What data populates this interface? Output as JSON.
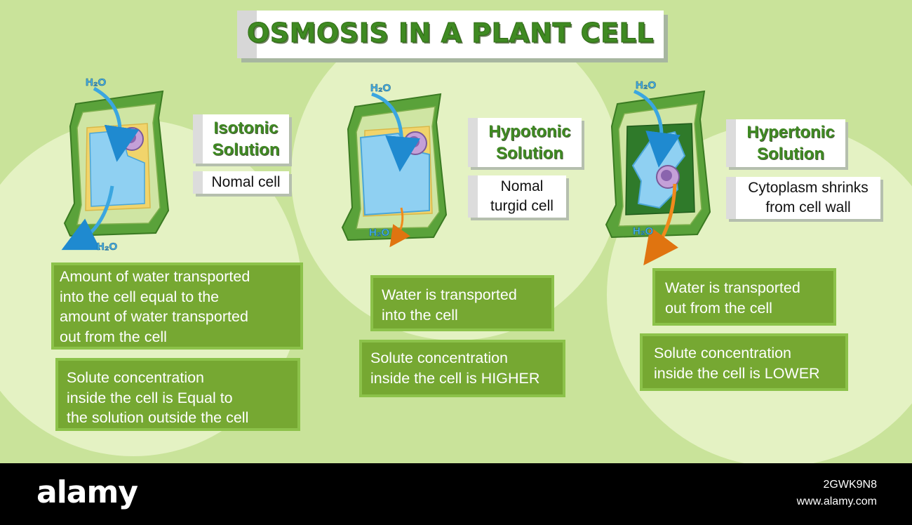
{
  "title": "OSMOSIS IN A PLANT CELL",
  "water_label": "H₂O",
  "panels": [
    {
      "solution_name": "Isotonic\nSolution",
      "cell_description": "Nomal cell",
      "info_box": "Amount of water transported\ninto the cell equal to the\namount of water transported\nout from the cell",
      "concentration_box": "Solute concentration\ninside the cell is Equal to\nthe solution outside the cell"
    },
    {
      "solution_name": "Hypotonic\nSolution",
      "cell_description": "Nomal\nturgid cell",
      "info_box": "Water is transported\ninto the cell",
      "concentration_box": "Solute concentration\ninside the cell is HIGHER"
    },
    {
      "solution_name": "Hypertonic\nSolution",
      "cell_description": "Cytoplasm shrinks\nfrom cell wall",
      "info_box": "Water is transported\nout from the cell",
      "concentration_box": "Solute concentration\ninside the cell is LOWER"
    }
  ],
  "footer": {
    "logo": "alamy",
    "image_id": "2GWK9N8",
    "url": "www.alamy.com"
  },
  "colors": {
    "background": "#c9e39a",
    "circles": "#e6f3c6",
    "title_green": "#3f8a22",
    "box_green": "#76a832",
    "water_arrow": "#3aa6e0",
    "out_arrow": "#f08a1c"
  }
}
